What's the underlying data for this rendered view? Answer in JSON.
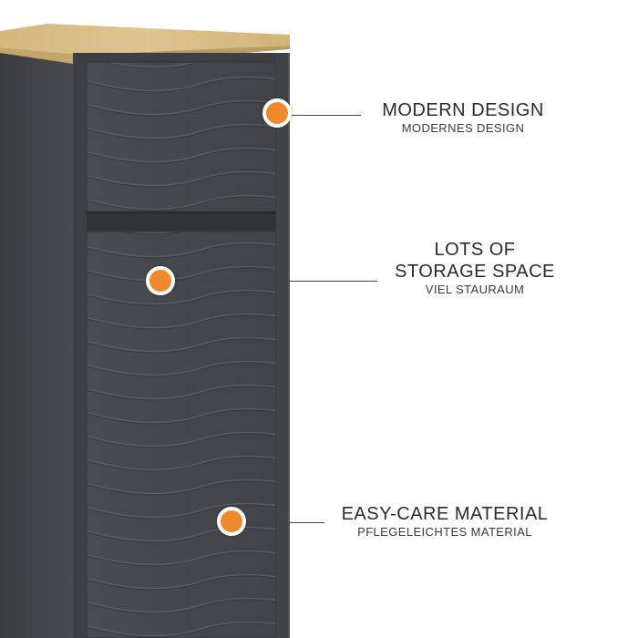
{
  "colors": {
    "accent": "#F0882E",
    "cabinet": "#47484B",
    "countertop": "#D9BE86"
  },
  "features": [
    {
      "title": "MODERN DESIGN",
      "subtitle": "MODERNES DESIGN"
    },
    {
      "title_line1": "LOTS OF",
      "title_line2": "STORAGE SPACE",
      "subtitle": "VIEL STAURAUM"
    },
    {
      "title": "EASY-CARE MATERIAL",
      "subtitle": "PFLEGELEICHTES MATERIAL"
    }
  ]
}
